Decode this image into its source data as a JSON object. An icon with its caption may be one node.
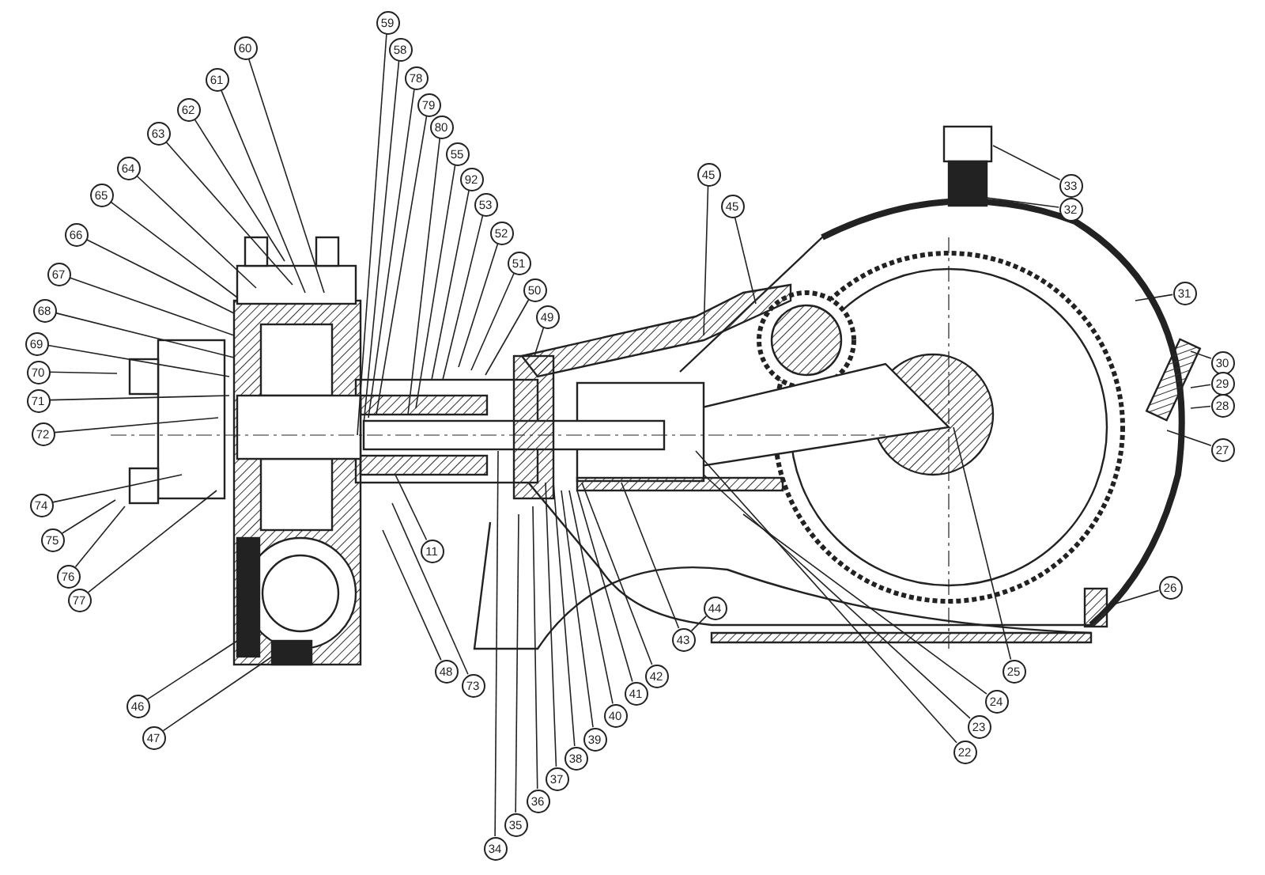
{
  "diagram": {
    "nodes": [
      {
        "text": [
          "59"
        ]
      },
      {
        "text": [
          "60"
        ]
      },
      {
        "text": [
          "58"
        ]
      },
      {
        "text": [
          "78"
        ]
      },
      {
        "text": [
          "61"
        ]
      },
      {
        "text": [
          "79"
        ]
      },
      {
        "text": [
          "62"
        ]
      },
      {
        "text": [
          "80"
        ]
      },
      {
        "text": [
          "63"
        ]
      },
      {
        "text": [
          "55"
        ]
      },
      {
        "text": [
          "64"
        ]
      },
      {
        "text": [
          "92"
        ]
      },
      {
        "text": [
          "65"
        ]
      },
      {
        "text": [
          "53"
        ]
      },
      {
        "text": [
          "66"
        ]
      },
      {
        "text": [
          "52"
        ]
      },
      {
        "text": [
          "51"
        ]
      },
      {
        "text": [
          "67"
        ]
      },
      {
        "text": [
          "50"
        ]
      },
      {
        "text": [
          "68"
        ]
      },
      {
        "text": [
          "49"
        ]
      },
      {
        "text": [
          "45"
        ]
      },
      {
        "text": [
          "45"
        ]
      },
      {
        "text": [
          "33"
        ]
      },
      {
        "text": [
          "32"
        ]
      },
      {
        "text": [
          "31"
        ]
      },
      {
        "text": [
          "69"
        ]
      },
      {
        "text": [
          "70"
        ]
      },
      {
        "text": [
          "30"
        ]
      },
      {
        "text": [
          "29"
        ]
      },
      {
        "text": [
          "71"
        ]
      },
      {
        "text": [
          "28"
        ]
      },
      {
        "text": [
          "72"
        ]
      },
      {
        "text": [
          "27"
        ]
      },
      {
        "text": [
          "74"
        ]
      },
      {
        "text": [
          "75"
        ]
      },
      {
        "text": [
          "11"
        ]
      },
      {
        "text": [
          "76"
        ]
      },
      {
        "text": [
          "26"
        ]
      },
      {
        "text": [
          "77"
        ]
      },
      {
        "text": [
          "44"
        ]
      },
      {
        "text": [
          "43"
        ]
      },
      {
        "text": [
          "25"
        ]
      },
      {
        "text": [
          "48"
        ]
      },
      {
        "text": [
          "42"
        ]
      },
      {
        "text": [
          "73"
        ]
      },
      {
        "text": [
          "41"
        ]
      },
      {
        "text": [
          "24"
        ]
      },
      {
        "text": [
          "46"
        ]
      },
      {
        "text": [
          "40"
        ]
      },
      {
        "text": [
          "23"
        ]
      },
      {
        "text": [
          "39"
        ]
      },
      {
        "text": [
          "47"
        ]
      },
      {
        "text": [
          "22"
        ]
      },
      {
        "text": [
          "38"
        ]
      },
      {
        "text": [
          "37"
        ]
      },
      {
        "text": [
          "36"
        ]
      },
      {
        "text": [
          "35"
        ]
      },
      {
        "text": [
          "34"
        ]
      }
    ],
    "edges": [
      {
        "from": 0,
        "to": null,
        "arrow": "none"
      },
      {
        "from": 1,
        "to": null,
        "arrow": "none"
      },
      {
        "from": 2,
        "to": null,
        "arrow": "none"
      },
      {
        "from": 3,
        "to": null,
        "arrow": "none"
      },
      {
        "from": 4,
        "to": null,
        "arrow": "none"
      },
      {
        "from": 5,
        "to": null,
        "arrow": "none"
      },
      {
        "from": 6,
        "to": null,
        "arrow": "none"
      },
      {
        "from": 7,
        "to": null,
        "arrow": "none"
      },
      {
        "from": 8,
        "to": null,
        "arrow": "none"
      },
      {
        "from": 9,
        "to": null,
        "arrow": "none"
      },
      {
        "from": 10,
        "to": null,
        "arrow": "none"
      },
      {
        "from": 11,
        "to": null,
        "arrow": "none"
      },
      {
        "from": 12,
        "to": null,
        "arrow": "none"
      },
      {
        "from": 13,
        "to": null,
        "arrow": "none"
      },
      {
        "from": 14,
        "to": null,
        "arrow": "none"
      },
      {
        "from": 15,
        "to": null,
        "arrow": "none"
      },
      {
        "from": 16,
        "to": null,
        "arrow": "none"
      },
      {
        "from": 17,
        "to": null,
        "arrow": "none"
      },
      {
        "from": 18,
        "to": null,
        "arrow": "none"
      },
      {
        "from": 19,
        "to": null,
        "arrow": "none"
      },
      {
        "from": 20,
        "to": null,
        "arrow": "none"
      },
      {
        "from": 21,
        "to": null,
        "arrow": "none"
      },
      {
        "from": 22,
        "to": null,
        "arrow": "none"
      },
      {
        "from": 23,
        "to": null,
        "arrow": "none"
      },
      {
        "from": 24,
        "to": null,
        "arrow": "none"
      },
      {
        "from": 25,
        "to": null,
        "arrow": "none"
      },
      {
        "from": 26,
        "to": null,
        "arrow": "none"
      },
      {
        "from": 27,
        "to": null,
        "arrow": "none"
      },
      {
        "from": 28,
        "to": null,
        "arrow": "none"
      },
      {
        "from": 29,
        "to": null,
        "arrow": "none"
      },
      {
        "from": 30,
        "to": null,
        "arrow": "none"
      },
      {
        "from": 31,
        "to": null,
        "arrow": "none"
      },
      {
        "from": 32,
        "to": null,
        "arrow": "none"
      },
      {
        "from": 33,
        "to": null,
        "arrow": "none"
      },
      {
        "from": 34,
        "to": null,
        "arrow": "none"
      },
      {
        "from": 35,
        "to": null,
        "arrow": "none"
      },
      {
        "from": 36,
        "to": null,
        "arrow": "none"
      },
      {
        "from": 37,
        "to": null,
        "arrow": "none"
      },
      {
        "from": 38,
        "to": null,
        "arrow": "none"
      },
      {
        "from": 39,
        "to": null,
        "arrow": "none"
      },
      {
        "from": 40,
        "to": 41,
        "arrow": "none"
      },
      {
        "from": 41,
        "to": null,
        "arrow": "none"
      },
      {
        "from": 42,
        "to": null,
        "arrow": "none"
      },
      {
        "from": 43,
        "to": null,
        "arrow": "none"
      },
      {
        "from": 44,
        "to": null,
        "arrow": "none"
      },
      {
        "from": 45,
        "to": null,
        "arrow": "none"
      },
      {
        "from": 46,
        "to": null,
        "arrow": "none"
      },
      {
        "from": 47,
        "to": null,
        "arrow": "none"
      },
      {
        "from": 48,
        "to": null,
        "arrow": "none"
      },
      {
        "from": 49,
        "to": null,
        "arrow": "none"
      },
      {
        "from": 50,
        "to": null,
        "arrow": "none"
      },
      {
        "from": 51,
        "to": null,
        "arrow": "none"
      },
      {
        "from": 52,
        "to": null,
        "arrow": "none"
      },
      {
        "from": 53,
        "to": null,
        "arrow": "none"
      },
      {
        "from": 54,
        "to": null,
        "arrow": "none"
      },
      {
        "from": 55,
        "to": null,
        "arrow": "none"
      },
      {
        "from": 56,
        "to": null,
        "arrow": "none"
      },
      {
        "from": 57,
        "to": null,
        "arrow": "none"
      },
      {
        "from": 58,
        "to": null,
        "arrow": "none"
      }
    ]
  }
}
